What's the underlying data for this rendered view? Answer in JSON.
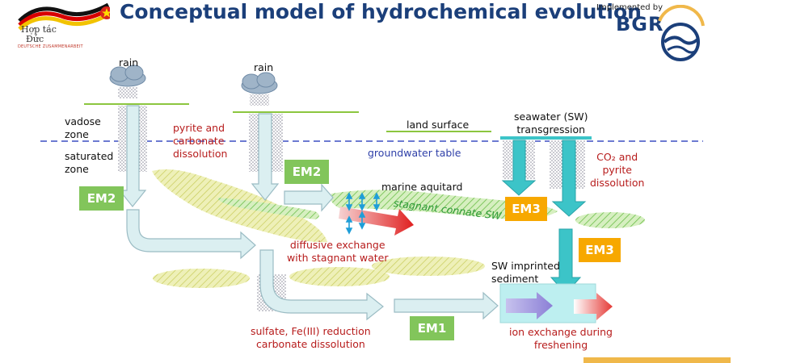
{
  "header": {
    "title": "Conceptual model of hydrochemical evolution",
    "logo_left_line1": "Hợp tác",
    "logo_left_line2": "Đức",
    "logo_left_line3": "DEUTSCHE ZUSAMMENARBEIT",
    "implemented_by": "Implemented by",
    "bgr": "BGR"
  },
  "labels": {
    "rain_1": "rain",
    "rain_2": "rain",
    "vadose_zone": "vadose\nzone",
    "saturated_zone": "saturated\nzone",
    "pyrite_carbonate": "pyrite and\ncarbonate\ndissolution",
    "land_surface": "land surface",
    "groundwater_table": "groundwater table",
    "seawater_transgression": "seawater (SW)\ntransgression",
    "co2_pyrite": "CO₂ and\npyrite\ndissolution",
    "marine_aquitard": "marine aquitard",
    "stagnant_connate": "stagnant connate SW",
    "diffusive_exchange": "diffusive exchange\nwith stagnant water",
    "sw_imprinted": "SW imprinted\nsediment",
    "sulfate_reduction": "sulfate, Fe(III) reduction\ncarbonate dissolution",
    "ion_exchange": "ion exchange during\nfreshening"
  },
  "end_members": {
    "em2_left": "EM2",
    "em2_mid": "EM2",
    "em3_mid": "EM3",
    "em3_right": "EM3",
    "em1": "EM1"
  },
  "colors": {
    "title": "#1b3f7a",
    "em_green": "#82c55b",
    "em_orange": "#f7a800",
    "seawater_teal": "#3cc4c8",
    "groundwater_line": "#3b4fc2",
    "land_line": "#8cc63f",
    "aquifer_yellow": "#e6e89a",
    "aquitard_green": "#9ed27a",
    "process_red": "#b71c1c"
  }
}
